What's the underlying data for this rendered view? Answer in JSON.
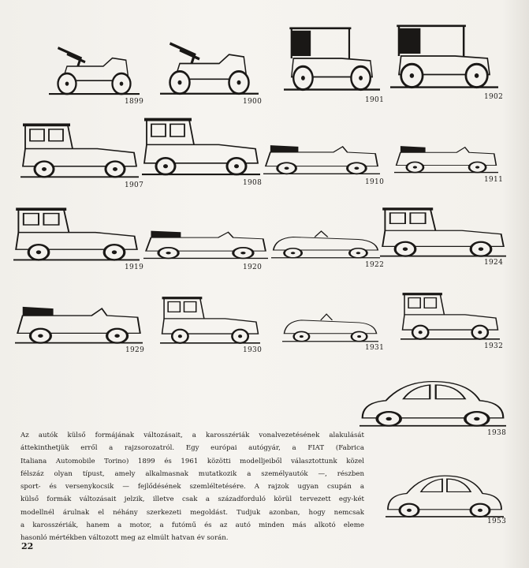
{
  "cars": [
    {
      "year": "1899",
      "style": "open"
    },
    {
      "year": "1900",
      "style": "open"
    },
    {
      "year": "1901",
      "style": "canopy"
    },
    {
      "year": "1902",
      "style": "canopy"
    },
    {
      "year": "1907",
      "style": "limo"
    },
    {
      "year": "1908",
      "style": "limo"
    },
    {
      "year": "1910",
      "style": "tourer"
    },
    {
      "year": "1911",
      "style": "tourer"
    },
    {
      "year": "1919",
      "style": "limo"
    },
    {
      "year": "1920",
      "style": "tourer"
    },
    {
      "year": "1922",
      "style": "racer"
    },
    {
      "year": "1924",
      "style": "limo"
    },
    {
      "year": "1929",
      "style": "tourer"
    },
    {
      "year": "1930",
      "style": "sedan"
    },
    {
      "year": "1931",
      "style": "racer"
    },
    {
      "year": "1932",
      "style": "sedan"
    },
    {
      "year": "1938",
      "style": "modern"
    },
    {
      "year": "1953",
      "style": "modern"
    }
  ],
  "caption": [
    "Az autók külső formájának változásait, a karosszériák vonalvezetésének alakulását",
    "áttekinthetjük erről a rajzsorozatról. Egy európai autógyár, a FIAT (Fabrica",
    "Italiana Automobile Torino) 1899 és 1961 közötti modelljeiből választottunk közel",
    "félszáz olyan típust, amely alkalmasnak mutatkozik a személyautók —, részben",
    "sport- és versenykocsik — fejlődésének szemléltetésére. A rajzok ugyan csupán a",
    "külső formák változásait jelzik, illetve csak a századforduló körül tervezett egy-két",
    "modellnél árulnak el néhány szerkezeti megoldást. Tudjuk azonban, hogy nemcsak",
    "a karosszériák, hanem a motor, a futómű és az autó minden más alkotó eleme",
    "hasonló mértékben változott meg az elmúlt hatvan év során."
  ],
  "page_number": "22"
}
